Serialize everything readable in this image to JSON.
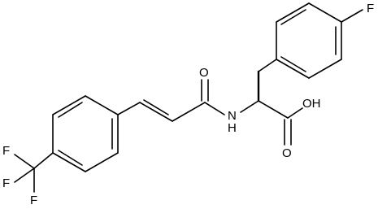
{
  "atoms": {
    "fluorine_top": "F",
    "hydroxyl": "OH",
    "carbonyl_acid_oxygen": "O",
    "amide_oxygen": "O",
    "amide_nitrogen": "N",
    "amide_hydrogen": "H",
    "cf3_fluorine_1": "F",
    "cf3_fluorine_2": "F",
    "cf3_fluorine_3": "F"
  }
}
